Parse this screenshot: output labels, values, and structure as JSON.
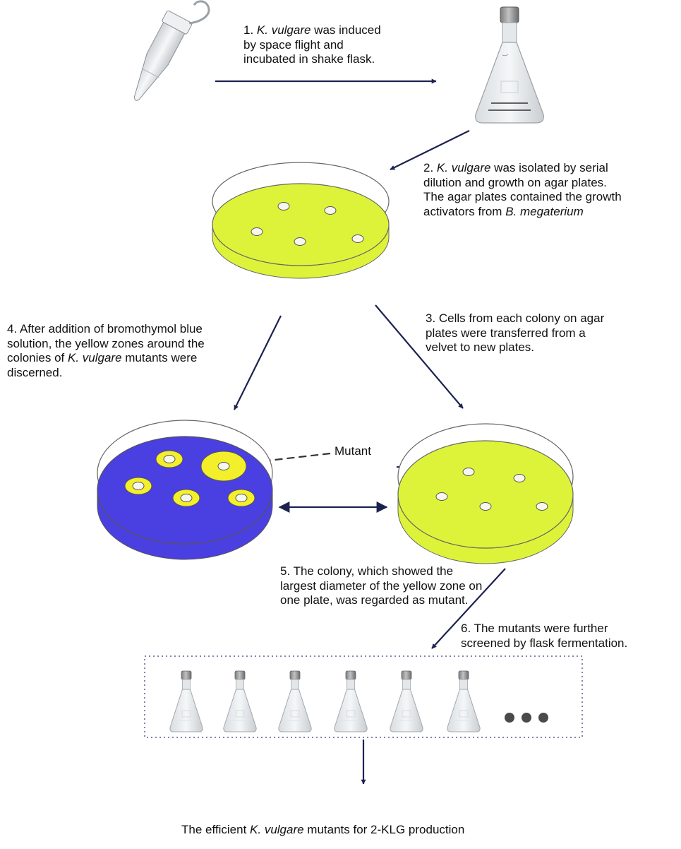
{
  "steps": {
    "s1": {
      "lines": [
        [
          "1. ",
          {
            "i": "K. vulgare"
          },
          " was induced"
        ],
        [
          "by space flight and"
        ],
        [
          "incubated in shake flask."
        ]
      ]
    },
    "s2": {
      "lines": [
        [
          "2. ",
          {
            "i": "K. vulgare"
          },
          " was isolated by serial"
        ],
        [
          "dilution and growth on agar plates."
        ],
        [
          "The agar plates contained the growth"
        ],
        [
          "activators from ",
          {
            "i": "B. megaterium"
          }
        ]
      ]
    },
    "s3": {
      "lines": [
        [
          "3. Cells from each colony on agar"
        ],
        [
          "plates were transferred from a"
        ],
        [
          "velvet to new plates."
        ]
      ]
    },
    "s4": {
      "lines": [
        [
          "4. After addition of bromothymol blue"
        ],
        [
          "solution, the yellow zones around the"
        ],
        [
          "colonies of ",
          {
            "i": "K. vulgare"
          },
          " mutants were"
        ],
        [
          "discerned."
        ]
      ]
    },
    "s5": {
      "lines": [
        [
          "5. The colony, which showed the"
        ],
        [
          "largest diameter of the yellow zone on"
        ],
        [
          "one plate, was regarded as mutant."
        ]
      ]
    },
    "s6": {
      "lines": [
        [
          "6. The mutants were further"
        ],
        [
          "screened by flask fermentation."
        ]
      ]
    },
    "mutant": {
      "lines": [
        [
          "Mutant"
        ]
      ]
    },
    "final": {
      "lines": [
        [
          "The efficient ",
          {
            "i": "K. vulgare"
          },
          " mutants for 2-KLG production"
        ]
      ]
    }
  },
  "colors": {
    "arrow": "#1c2250",
    "agar_green": "#ddf33a",
    "agar_blue": "#4a3fe0",
    "yellow_zone": "#f3ef2a",
    "colony": "#f7f7ef",
    "dotted_box": "#5a5a90",
    "dots": "#4a4a4a"
  }
}
